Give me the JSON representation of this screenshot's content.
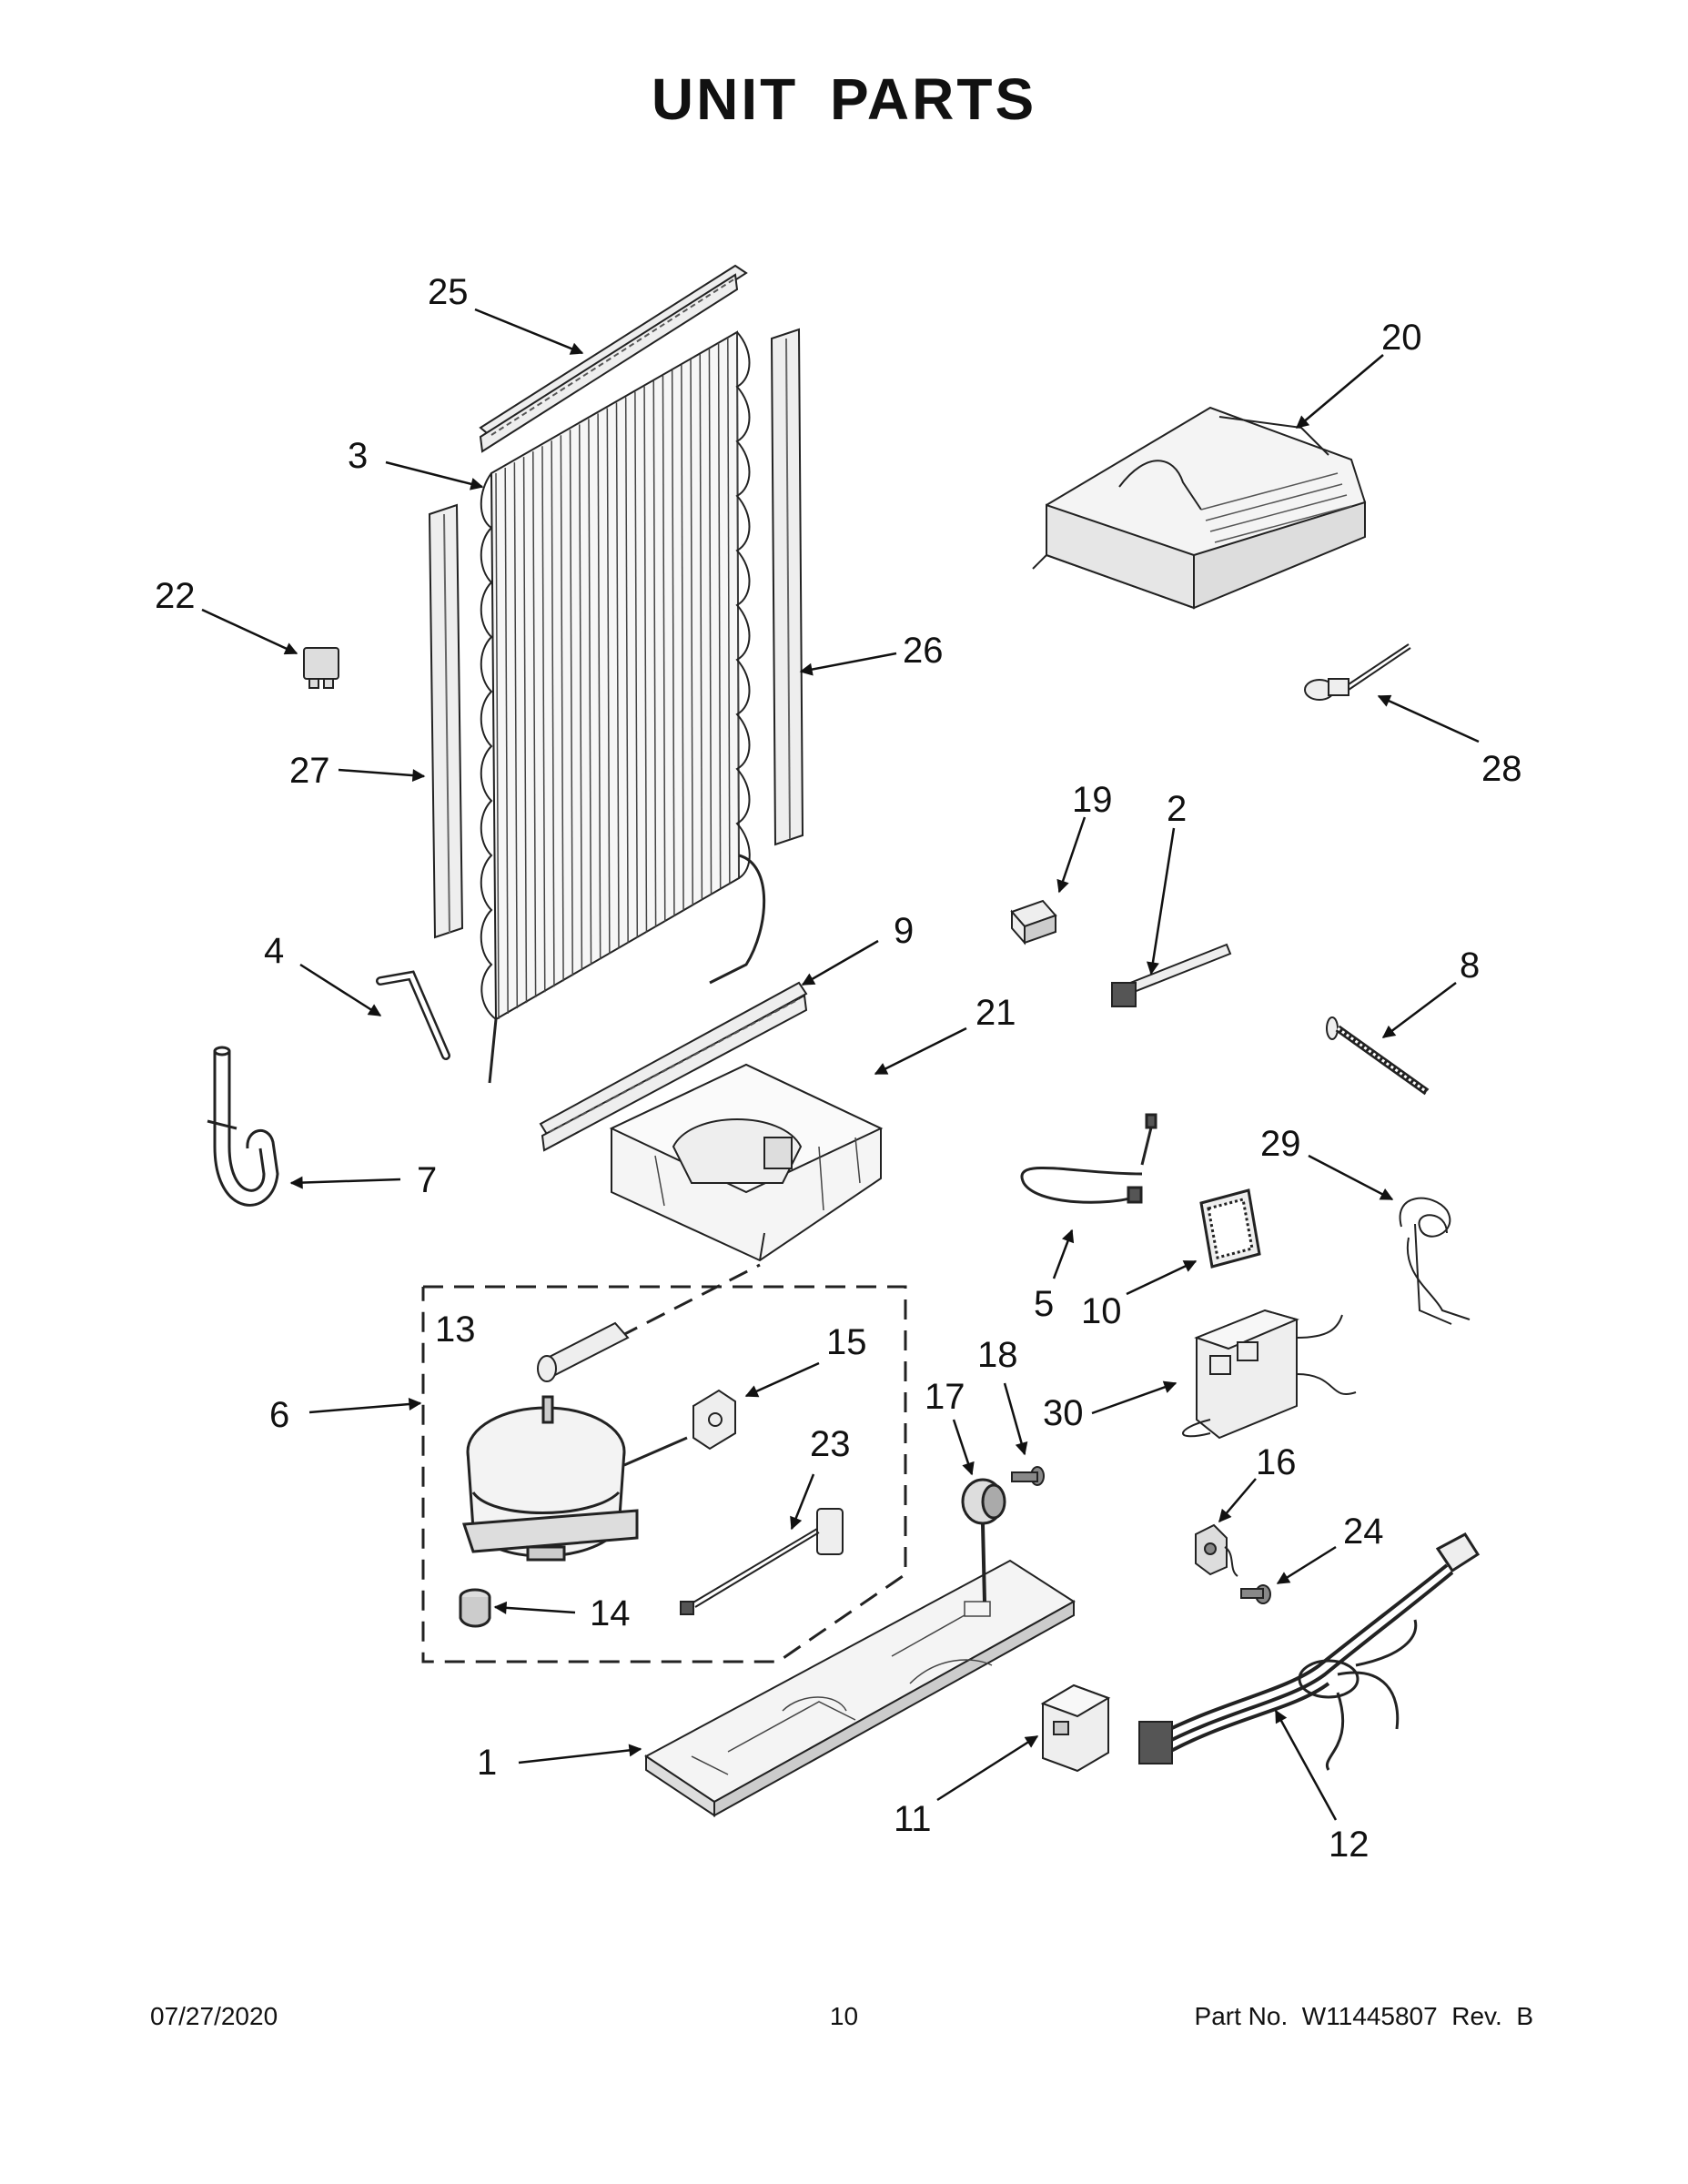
{
  "page": {
    "title": "UNIT PARTS",
    "footer": {
      "date": "07/27/2020",
      "page_number": "10",
      "part_number": "Part No.  W11445807  Rev.  B"
    }
  },
  "diagram": {
    "callouts": [
      {
        "id": "1",
        "label": "1"
      },
      {
        "id": "2",
        "label": "2"
      },
      {
        "id": "3",
        "label": "3"
      },
      {
        "id": "4",
        "label": "4"
      },
      {
        "id": "5",
        "label": "5"
      },
      {
        "id": "6",
        "label": "6"
      },
      {
        "id": "7",
        "label": "7"
      },
      {
        "id": "8",
        "label": "8"
      },
      {
        "id": "9",
        "label": "9"
      },
      {
        "id": "10",
        "label": "10"
      },
      {
        "id": "11",
        "label": "11"
      },
      {
        "id": "12",
        "label": "12"
      },
      {
        "id": "13",
        "label": "13"
      },
      {
        "id": "14",
        "label": "14"
      },
      {
        "id": "15",
        "label": "15"
      },
      {
        "id": "16",
        "label": "16"
      },
      {
        "id": "17",
        "label": "17"
      },
      {
        "id": "18",
        "label": "18"
      },
      {
        "id": "19",
        "label": "19"
      },
      {
        "id": "20",
        "label": "20"
      },
      {
        "id": "21",
        "label": "21"
      },
      {
        "id": "22",
        "label": "22"
      },
      {
        "id": "23",
        "label": "23"
      },
      {
        "id": "24",
        "label": "24"
      },
      {
        "id": "25",
        "label": "25"
      },
      {
        "id": "26",
        "label": "26"
      },
      {
        "id": "27",
        "label": "27"
      },
      {
        "id": "28",
        "label": "28"
      },
      {
        "id": "29",
        "label": "29"
      },
      {
        "id": "30",
        "label": "30"
      }
    ]
  }
}
